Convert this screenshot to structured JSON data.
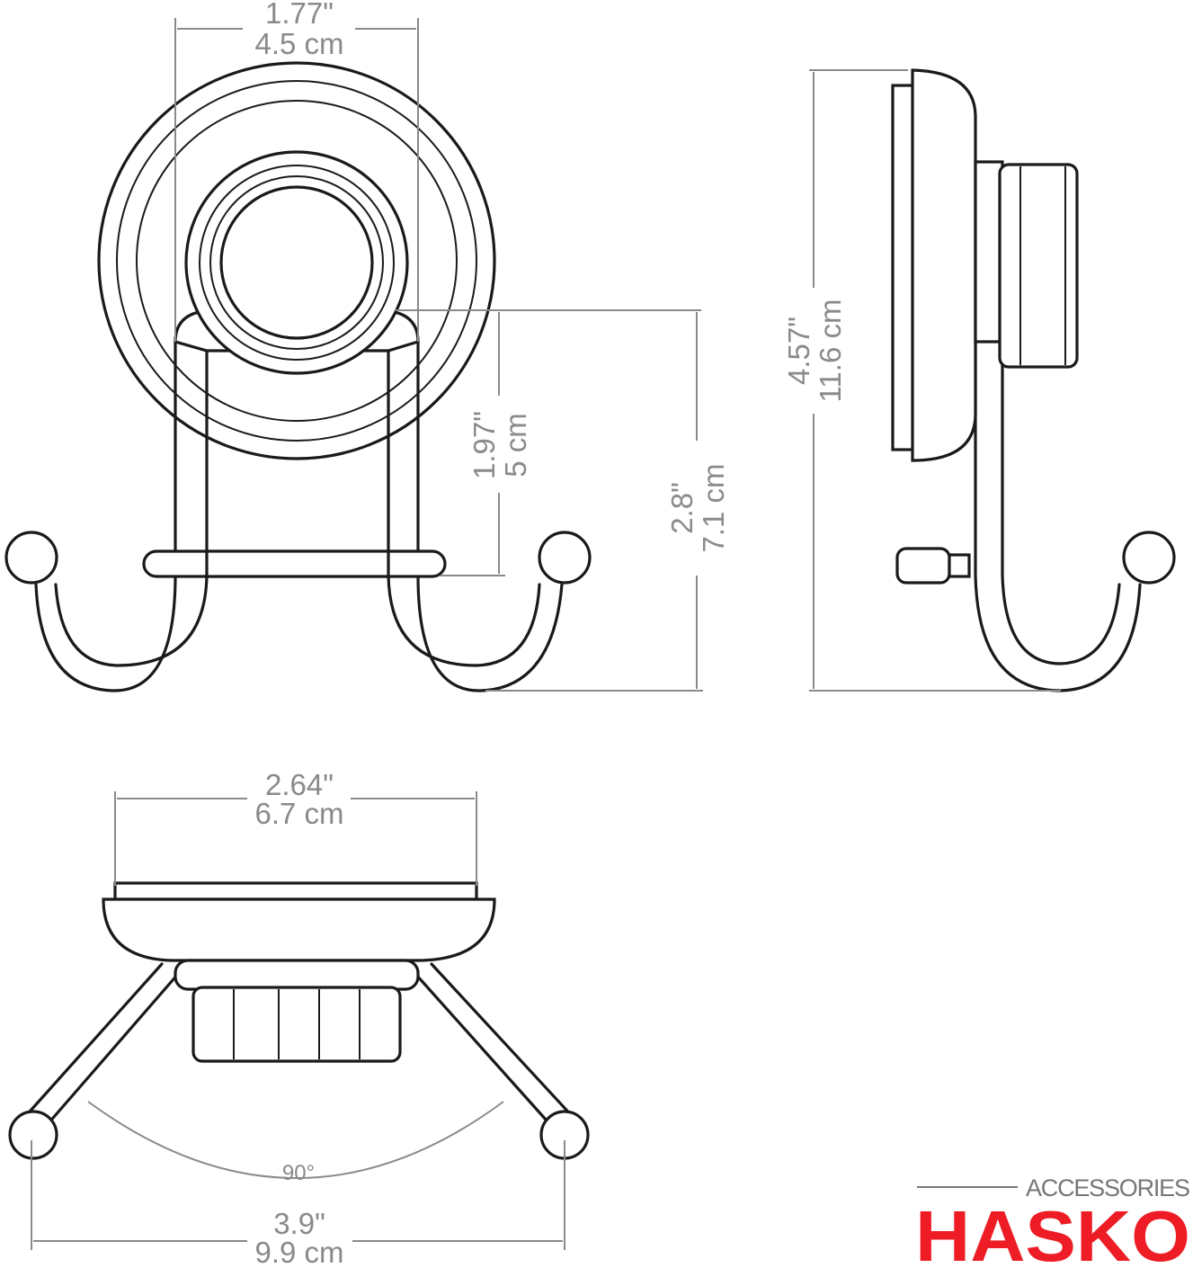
{
  "dimensions": {
    "front_width": {
      "in": "1.77\"",
      "cm": "4.5 cm"
    },
    "hook_drop": {
      "in": "1.97\"",
      "cm": "5 cm"
    },
    "hook_height": {
      "in": "2.8\"",
      "cm": "7.1 cm"
    },
    "total_height": {
      "in": "4.57\"",
      "cm": "11.6 cm"
    },
    "base_width": {
      "in": "2.64\"",
      "cm": "6.7 cm"
    },
    "angle": "90°",
    "hook_span": {
      "in": "3.9\"",
      "cm": "9.9 cm"
    }
  },
  "brand": {
    "tagline": "ACCESSORIES",
    "name": "HASKO",
    "color": "#ee1c24"
  },
  "colors": {
    "outline": "#1a1a1a",
    "dimension": "#8a8a8a"
  }
}
